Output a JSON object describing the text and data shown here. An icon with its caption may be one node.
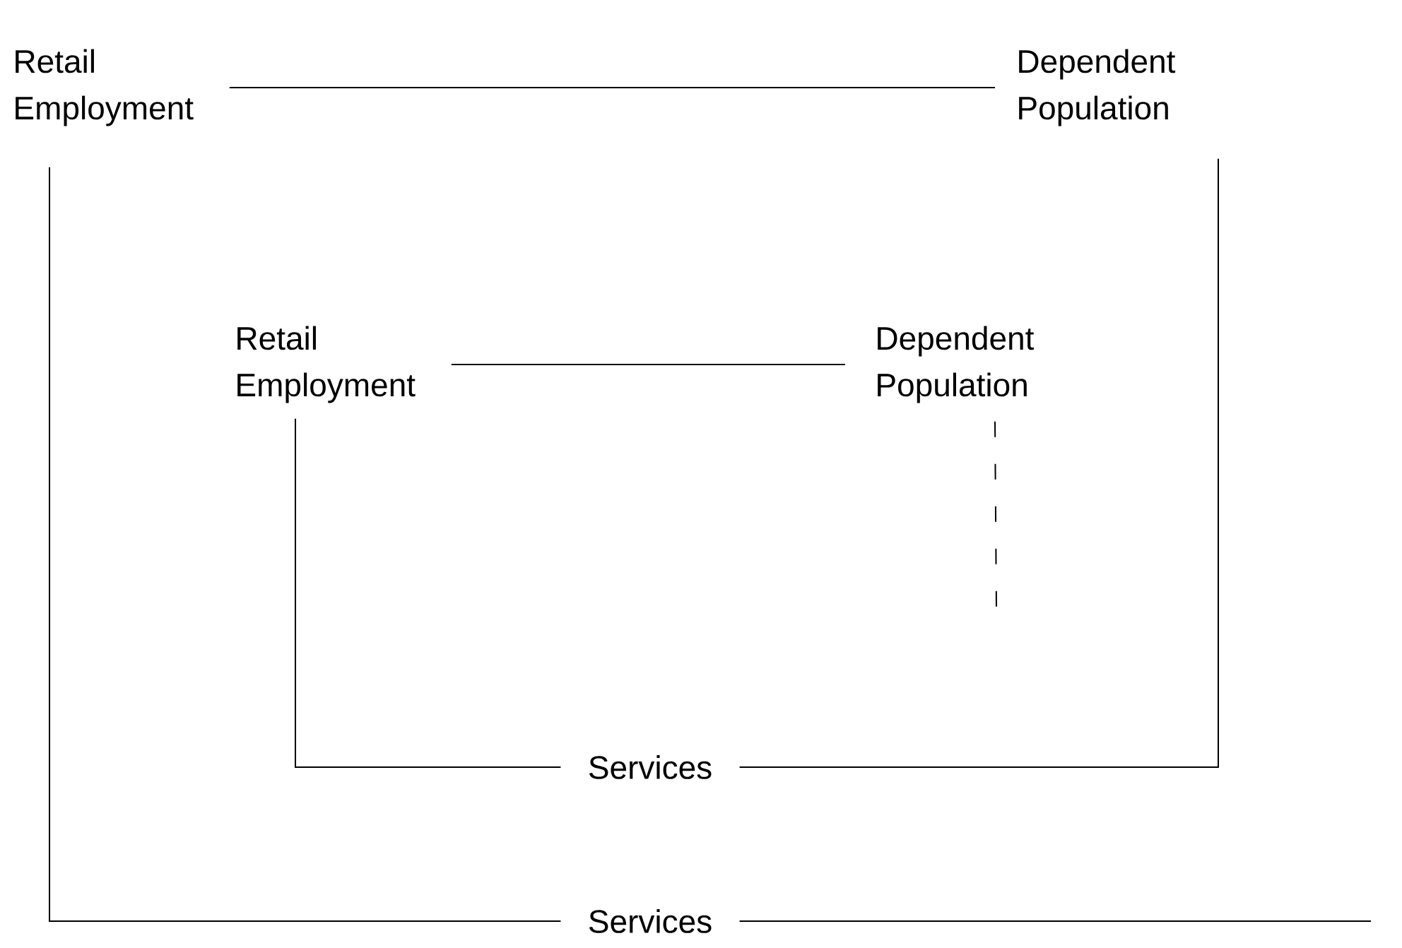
{
  "diagram": {
    "nodes": [
      {
        "text": [
          "Retail Employment"
        ]
      },
      {
        "text": [
          "Dependent Population"
        ]
      },
      {
        "text": [
          "Retail Employment"
        ]
      },
      {
        "text": [
          "Dependent Population"
        ]
      },
      {
        "text": [
          "Services"
        ]
      },
      {
        "text": [
          "Services"
        ]
      }
    ],
    "edges": [
      {
        "from": 0,
        "to": 1,
        "arrow": "none"
      },
      {
        "from": 0,
        "to": 5,
        "arrow": "none"
      },
      {
        "from": 2,
        "to": 3,
        "arrow": "none"
      },
      {
        "from": 2,
        "to": 4,
        "arrow": "none"
      },
      {
        "from": 1,
        "to": 4,
        "arrow": "none"
      },
      {
        "from": 5,
        "to": null,
        "arrow": "none"
      },
      {
        "from": 3,
        "to": null,
        "arrow": "none",
        "style": "dashed"
      }
    ]
  }
}
